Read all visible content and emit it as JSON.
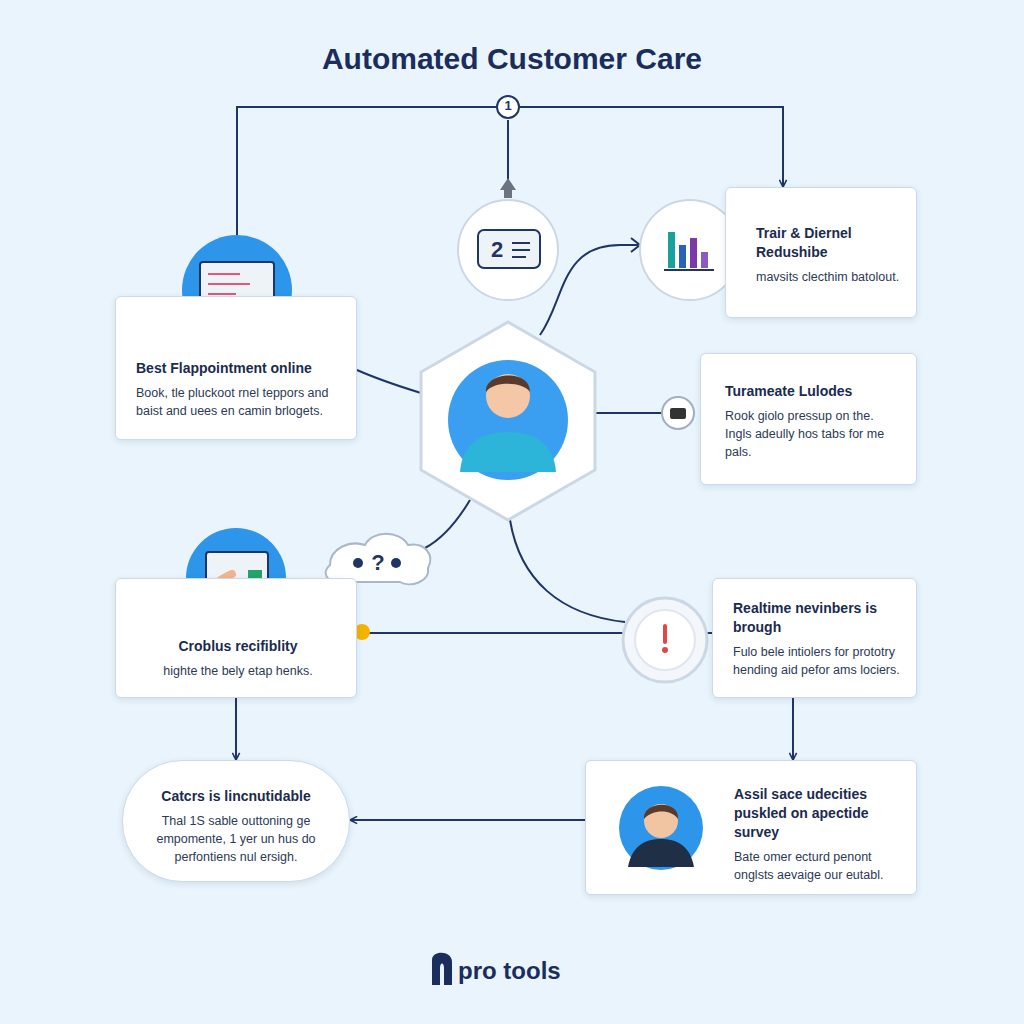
{
  "diagram": {
    "title": "Automated Customer Care",
    "nodes": [
      {
        "text": [
          "Best Flappointment online",
          "Book, tle pluckoot rnel teppors and baist and uees en camin brlogets."
        ]
      },
      {
        "text": [
          "Trair & Diernel Redushibe",
          "mavsits clecthim batolout."
        ]
      },
      {
        "text": [
          "Turameate Lulodes",
          "Rook giolo pressup on the. Ingls adeully hos tabs for me pals."
        ]
      },
      {
        "text": [
          "Croblus recifiblity",
          "highte the bely etap henks."
        ]
      },
      {
        "text": [
          "Realtime nevinbers is brough",
          "Fulo bele intiolers for prototry hending aid pefor ams lociers."
        ]
      },
      {
        "text": [
          "Catcrs is lincnutidable",
          "Thal 1S sable outtoning ge empomente, 1 yer un hus do perfontiens nul ersigh."
        ]
      },
      {
        "text": [
          "Assil sace udecities puskled on apectide survey",
          "Bate omer ecturd penont onglsts aevaige our eutabl."
        ]
      }
    ],
    "edges": [
      {
        "from": 0,
        "to": 1,
        "arrow": "to"
      },
      {
        "from": 3,
        "to": 5,
        "arrow": "to"
      },
      {
        "from": 4,
        "to": 6,
        "arrow": "to"
      },
      {
        "from": 6,
        "to": 5,
        "arrow": "to"
      },
      {
        "from": 3,
        "to": 4,
        "arrow": "none"
      }
    ],
    "labels": [
      "1",
      "2",
      "?",
      "pro tools"
    ]
  }
}
